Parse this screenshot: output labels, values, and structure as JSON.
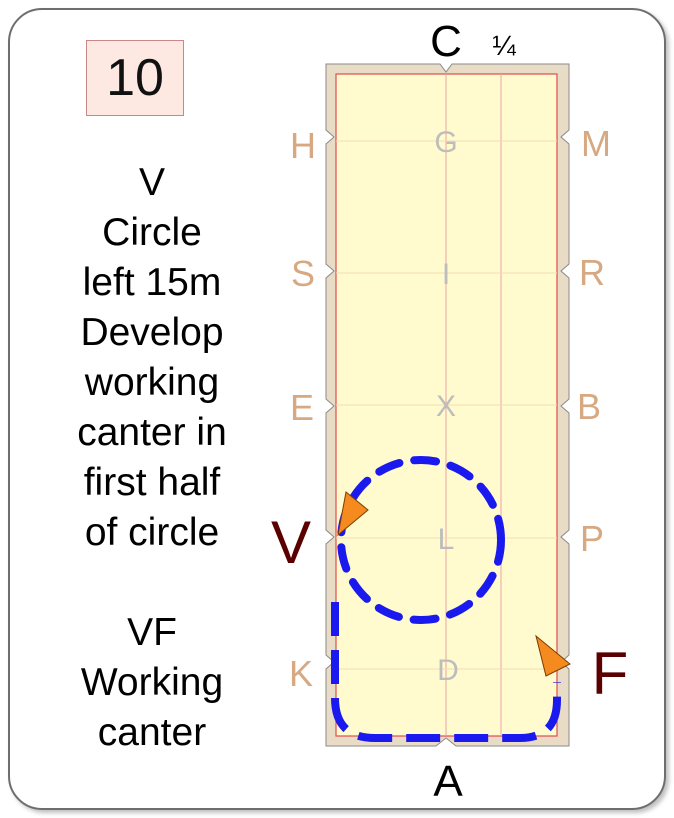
{
  "test_number": "10",
  "quarter": "¼",
  "movements": [
    {
      "lines": [
        "V",
        "Circle",
        "left 15m",
        "Develop",
        "working",
        "canter in",
        "first half",
        "of circle"
      ]
    },
    {
      "lines": [
        "VF",
        "Working",
        "canter"
      ]
    }
  ],
  "arena": {
    "letters": {
      "C": "C",
      "A": "A",
      "H": "H",
      "S": "S",
      "E": "E",
      "V": "V",
      "K": "K",
      "M": "M",
      "R": "R",
      "B": "B",
      "P": "P",
      "F": "F",
      "G": "G",
      "I": "I",
      "X": "X",
      "L": "L",
      "D": "D"
    }
  },
  "colors": {
    "sand": "#e8dcc6",
    "surface": "#fffbcf",
    "rail": "#e14b4b",
    "path": "#1a1aee",
    "arrow": "#f58a1f",
    "letter_tan": "#d7a983",
    "letter_highlight": "#5a0000",
    "letter_center": "#bdbdbd"
  }
}
